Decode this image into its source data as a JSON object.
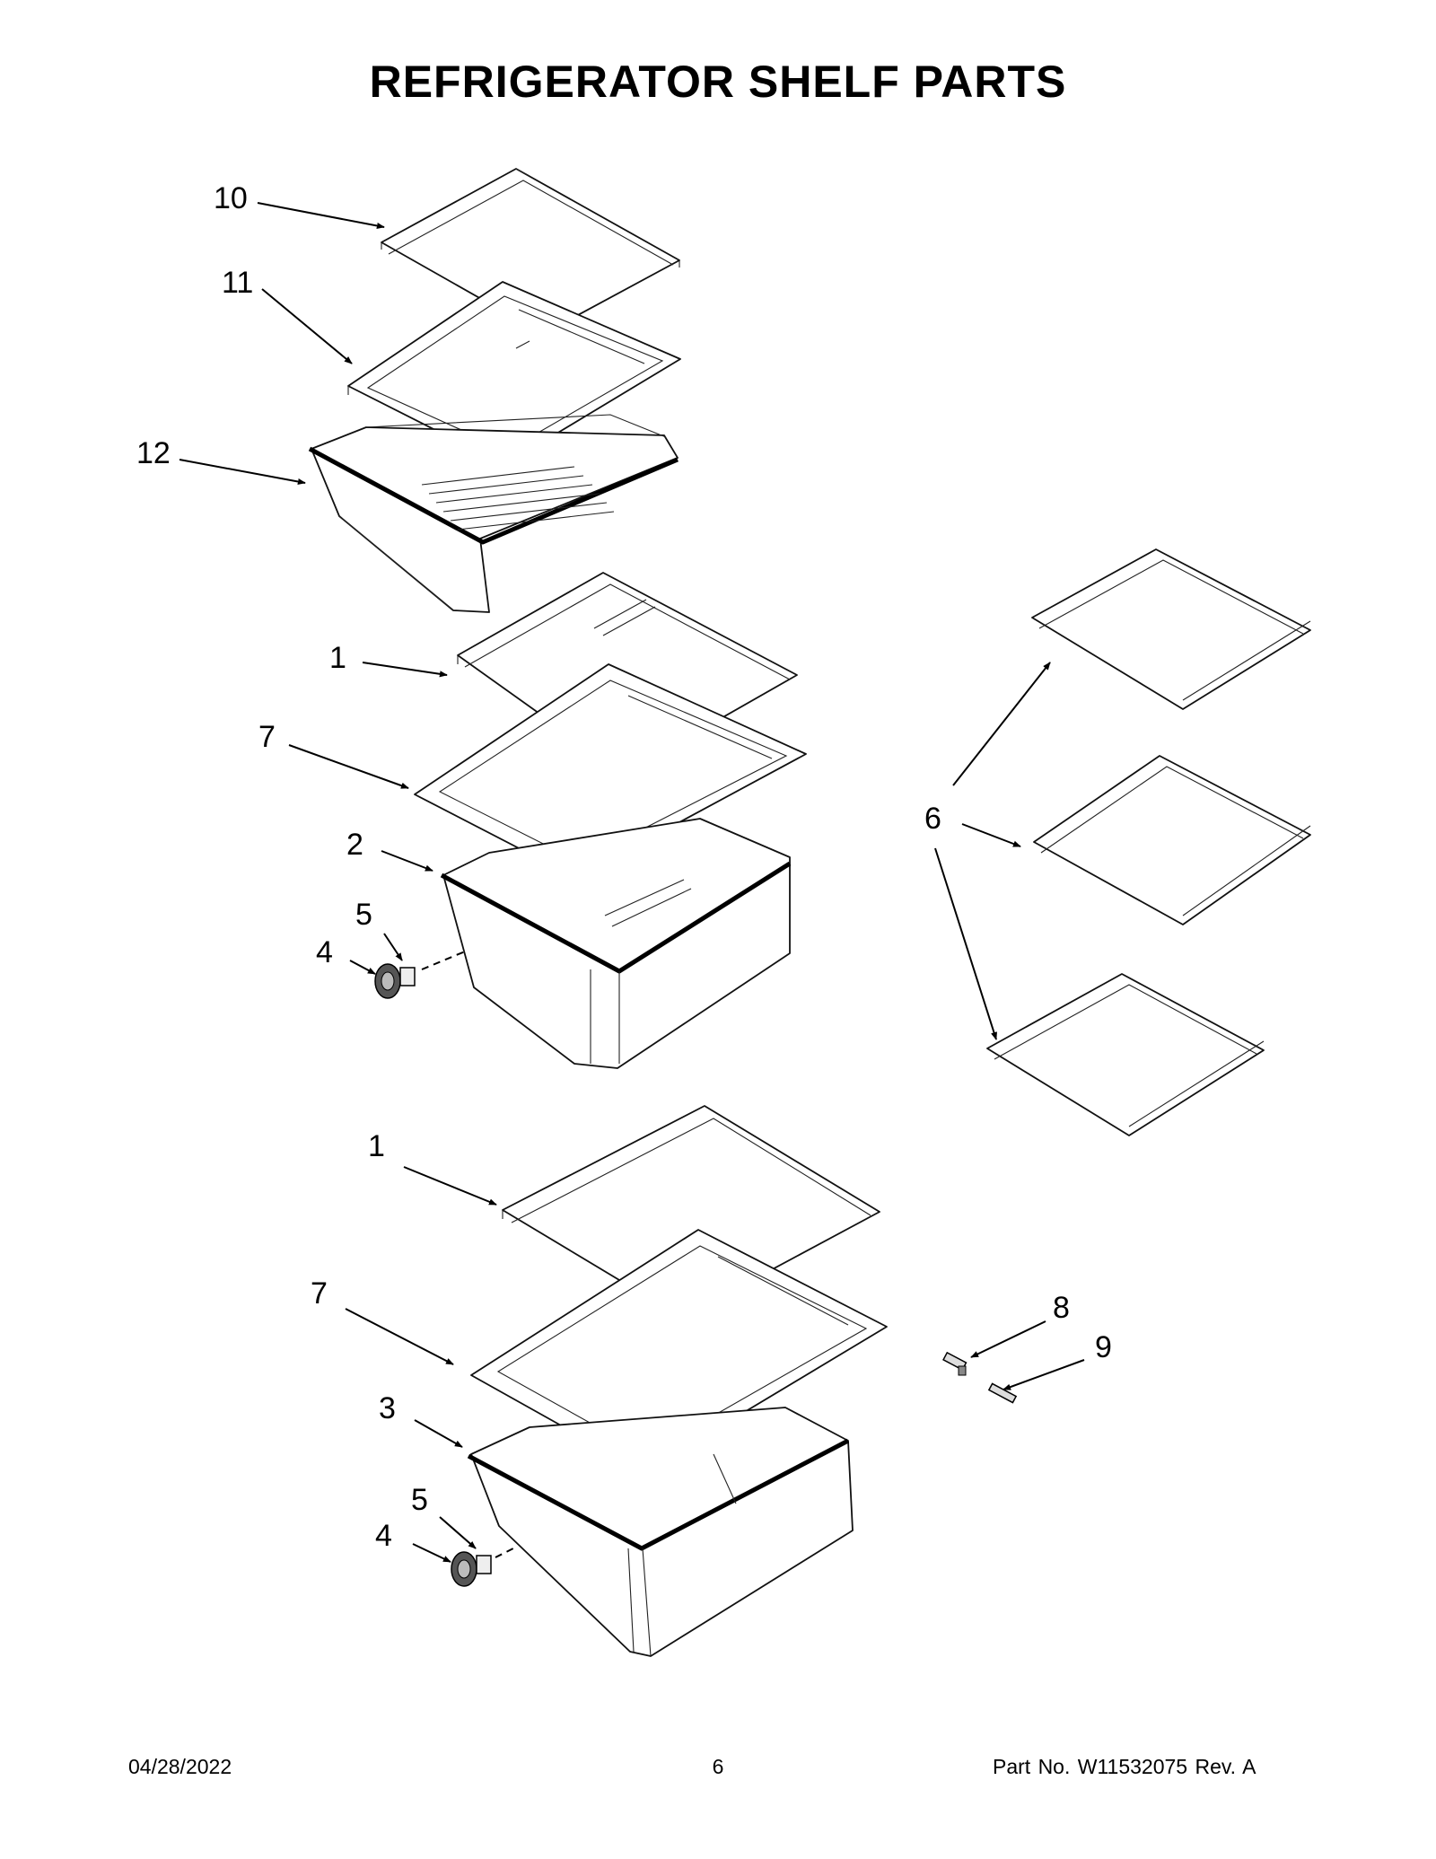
{
  "title": "REFRIGERATOR SHELF PARTS",
  "callouts": {
    "c10": "10",
    "c11": "11",
    "c12": "12",
    "c1a": "1",
    "c7a": "7",
    "c2": "2",
    "c5a": "5",
    "c4a": "4",
    "c6": "6",
    "c1b": "1",
    "c7b": "7",
    "c8": "8",
    "c9": "9",
    "c3": "3",
    "c5b": "5",
    "c4b": "4"
  },
  "footer": {
    "date": "04/28/2022",
    "page": "6",
    "part_no": "Part No.  W11532075  Rev.  A"
  }
}
